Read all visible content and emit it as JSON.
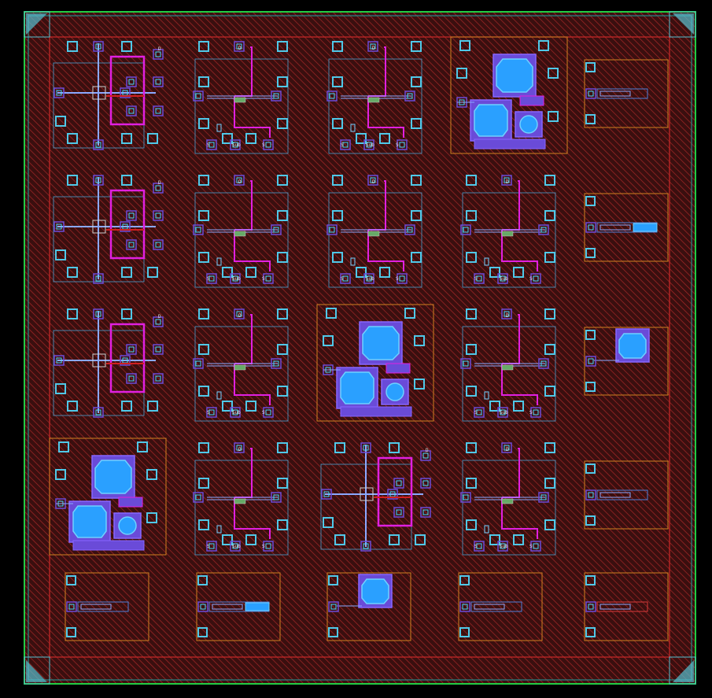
{
  "view": {
    "title": ""
  },
  "colors": {
    "background": "#000000",
    "die_outline": "#22cc44",
    "die_fill": "#3a0f0f",
    "hatch": "#b52a2a",
    "seal_ring": "#d03030",
    "pad_blue": "#2aa0ff",
    "pad_inner": "#6fd0ff",
    "metal_magenta": "#e020e0",
    "metal_purple": "#6a4bd8",
    "via_cyan": "#44d8ff",
    "cell_outline": "#d08020",
    "probe_cyan": "#4fc8e8"
  },
  "layout_cells": {
    "rows": [
      [
        "transistor_cross",
        "transistor_l",
        "transistor_l",
        "large_cap",
        "test_line_plain"
      ],
      [
        "transistor_cross",
        "transistor_l",
        "transistor_l",
        "transistor_l",
        "test_line_filled"
      ],
      [
        "transistor_cross",
        "transistor_l",
        "large_cap",
        "transistor_l",
        "test_pad"
      ],
      [
        "large_cap",
        "transistor_l",
        "transistor_cross",
        "transistor_l",
        "test_line_plain"
      ],
      [
        "test_line_plain",
        "test_line_filled",
        "test_pad",
        "test_line_plain",
        "test_line_red"
      ]
    ]
  },
  "cell_labels": {
    "pad_label": "D",
    "bottom_labels": [
      "S",
      "Sub",
      "S",
      "G",
      "S"
    ]
  }
}
